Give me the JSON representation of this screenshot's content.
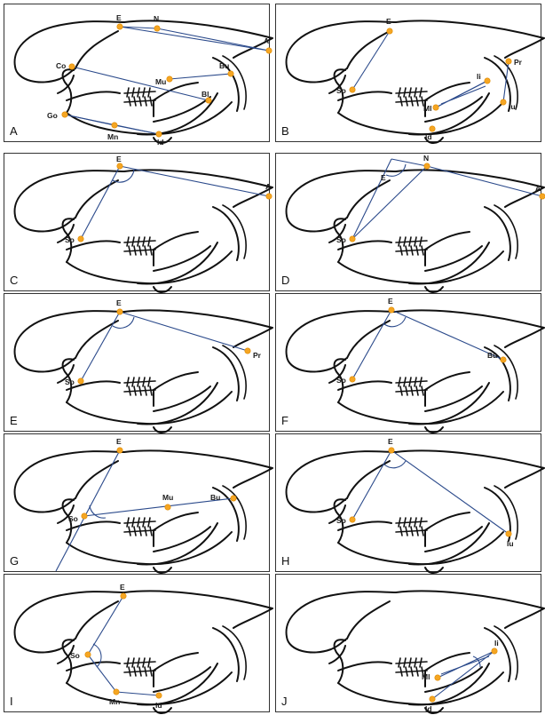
{
  "colors": {
    "line": "#2b4a8b",
    "landmark": "#f5a623",
    "skull": "#111111"
  },
  "panels": [
    {
      "letter": "A",
      "labels": {
        "E": "E",
        "N": "N",
        "A": "A",
        "Co": "Co",
        "Mu": "Mu",
        "Bu": "Bu",
        "Bl": "Bl",
        "Go": "Go",
        "Mn": "Mn",
        "Id": "Id"
      }
    },
    {
      "letter": "B",
      "labels": {
        "E": "E",
        "So": "So",
        "Pr": "Pr",
        "Ii": "Ii",
        "Ml": "Ml",
        "Iu": "Iu",
        "Id": "Id"
      }
    },
    {
      "letter": "C",
      "labels": {
        "E": "E",
        "A": "A",
        "So": "So"
      }
    },
    {
      "letter": "D",
      "labels": {
        "E": "E",
        "N": "N",
        "A": "A",
        "So": "So"
      }
    },
    {
      "letter": "E",
      "labels": {
        "E": "E",
        "So": "So",
        "Pr": "Pr"
      }
    },
    {
      "letter": "F",
      "labels": {
        "E": "E",
        "So": "So",
        "Bu": "Bu"
      }
    },
    {
      "letter": "G",
      "labels": {
        "E": "E",
        "So": "So",
        "Mu": "Mu",
        "Bu": "Bu"
      }
    },
    {
      "letter": "H",
      "labels": {
        "E": "E",
        "So": "So",
        "Iu": "Iu"
      }
    },
    {
      "letter": "I",
      "labels": {
        "E": "E",
        "So": "So",
        "Mn": "Mn",
        "Id": "Id"
      }
    },
    {
      "letter": "J",
      "labels": {
        "Ii": "Ii",
        "Ml": "Ml",
        "Id": "Id"
      }
    }
  ]
}
